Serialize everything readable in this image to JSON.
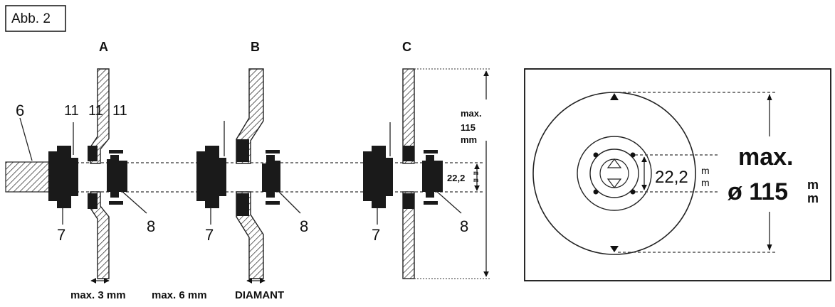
{
  "figure_label": "Abb. 2",
  "columns": {
    "a": "A",
    "b": "B",
    "c": "C"
  },
  "part_numbers": {
    "shaft": "6",
    "inner_flange": "7",
    "clamp_nut": "8",
    "disc_label_1": "11",
    "disc_label_2": "11",
    "disc_label_3": "11",
    "nut_a": "8",
    "nut_b": "8",
    "nut_c": "8",
    "flange_a": "7",
    "flange_b": "7",
    "flange_c": "7"
  },
  "dimensions": {
    "max_label": "max.",
    "max_value": "115",
    "max_unit": "mm",
    "bore_small": "22,2",
    "bore_small_unit_top": "m",
    "bore_small_unit_bottom": "m"
  },
  "captions": {
    "a": "max. 3 mm",
    "b": "max. 6 mm",
    "c": "DIAMANT"
  },
  "right_panel": {
    "bore": "22,2",
    "bore_unit_top": "m",
    "bore_unit_bottom": "m",
    "max_label": "max.",
    "diameter": "ø 115",
    "diameter_unit_top": "m",
    "diameter_unit_bottom": "m"
  },
  "colors": {
    "ink": "#1a1a1a",
    "background": "#ffffff"
  }
}
